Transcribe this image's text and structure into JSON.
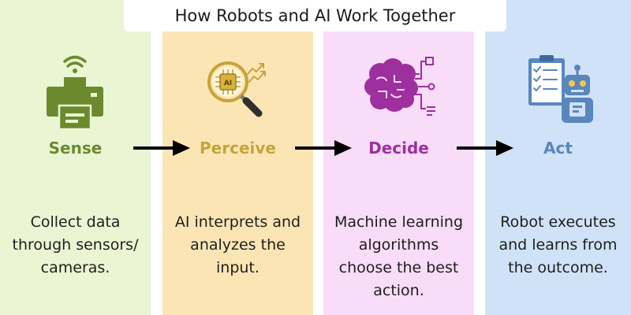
{
  "title": "How Robots and AI Work Together",
  "stages": [
    {
      "label": "Sense",
      "icon": "printer-wifi-icon",
      "color": "#6b8a2e",
      "background": "#eaf5d3",
      "description_lines": [
        "Collect data",
        "through sensors/",
        "cameras."
      ]
    },
    {
      "label": "Perceive",
      "icon": "ai-magnifier-icon",
      "color": "#c5a43a",
      "background": "#fce5b5",
      "description_lines": [
        "AI interprets and",
        "analyzes the",
        "input."
      ]
    },
    {
      "label": "Decide",
      "icon": "brain-circuit-icon",
      "color": "#9d2f9e",
      "background": "#f9dcf8",
      "description_lines": [
        "Machine learning",
        "algorithms",
        "choose the best",
        "action."
      ]
    },
    {
      "label": "Act",
      "icon": "robot-clipboard-icon",
      "color": "#5a86bd",
      "background": "#cfe2f7",
      "description_lines": [
        "Robot executes",
        "and learns from",
        "the outcome."
      ]
    }
  ],
  "arrows": [
    "arrow-right-icon",
    "arrow-right-icon",
    "arrow-right-icon"
  ]
}
